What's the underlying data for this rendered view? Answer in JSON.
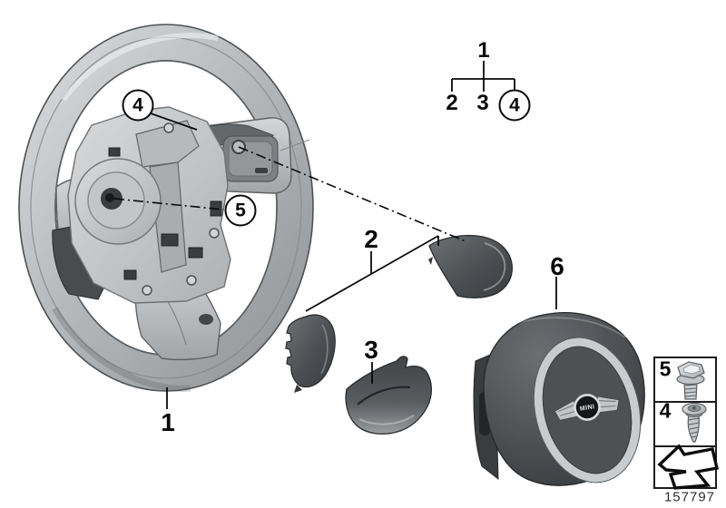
{
  "colors": {
    "line_black": "#0a0a0a",
    "wheel_silver": "#b5b8ba",
    "cover_dark_grey": "#4b4f52",
    "airbag_dark": "#43474a",
    "ring_silver": "#c9ccce",
    "background": "#ffffff"
  },
  "tree": {
    "parent": "1",
    "child_a": "2",
    "child_b": "3",
    "child_c": "4"
  },
  "callouts": {
    "wheel": "1",
    "cover_set": "2",
    "cover_lower": "3",
    "screw_circled": "4",
    "bolt_circled": "5",
    "airbag": "6"
  },
  "legend": {
    "bolt_label": "5",
    "screw_label": "4",
    "bolt_icon": "hex-flange-bolt-icon",
    "screw_icon": "tapping-screw-icon",
    "arrow_icon": "fold-arrow-icon"
  },
  "badge": {
    "text": "MINI"
  },
  "footer": {
    "doc_number": "157797"
  }
}
